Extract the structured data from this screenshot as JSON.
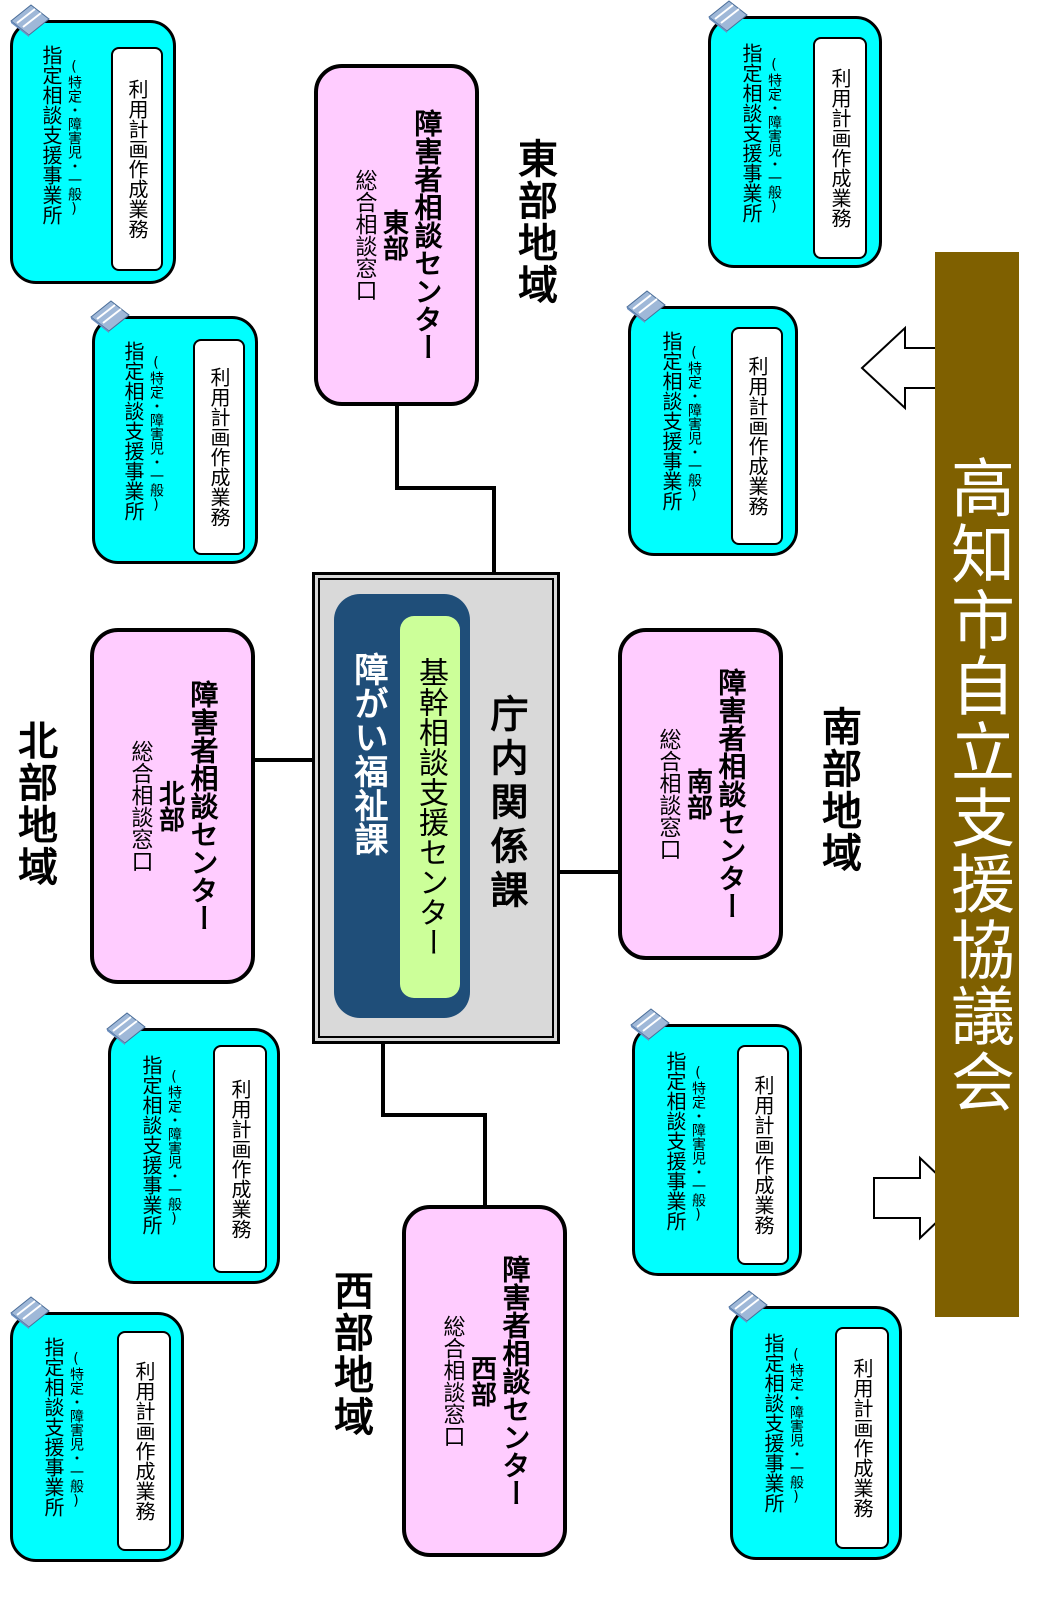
{
  "council": {
    "label": "高知市自立支援協議会"
  },
  "core": {
    "welfare_section": "障がい福祉課",
    "core_center": "基幹相談支援センター",
    "agencies": "庁内関係課"
  },
  "regions": {
    "east": {
      "title": "東部地域",
      "center_title": "障害者相談センター",
      "center_branch": "東部",
      "center_window": "総合相談窓口"
    },
    "north": {
      "title": "北部地域",
      "center_title": "障害者相談センター",
      "center_branch": "北部",
      "center_window": "総合相談窓口"
    },
    "south": {
      "title": "南部地域",
      "center_title": "障害者相談センター",
      "center_branch": "南部",
      "center_window": "総合相談窓口"
    },
    "west": {
      "title": "西部地域",
      "center_title": "障害者相談センター",
      "center_branch": "西部",
      "center_window": "総合相談窓口"
    }
  },
  "office": {
    "name": "指定相談支援事業所",
    "types": "(特定・障害児・一般)",
    "duty": "利用計画作成業務"
  },
  "colors": {
    "center_fill": "#ffccff",
    "office_fill": "#00ffff",
    "welfare_fill": "#1f4e79",
    "core_center_fill": "#ccff99",
    "core_outer_fill": "#d9d9d9",
    "council_fill": "#7f6000"
  },
  "icons": [
    "building-icon",
    "arrow-up-icon",
    "arrow-right-icon"
  ]
}
